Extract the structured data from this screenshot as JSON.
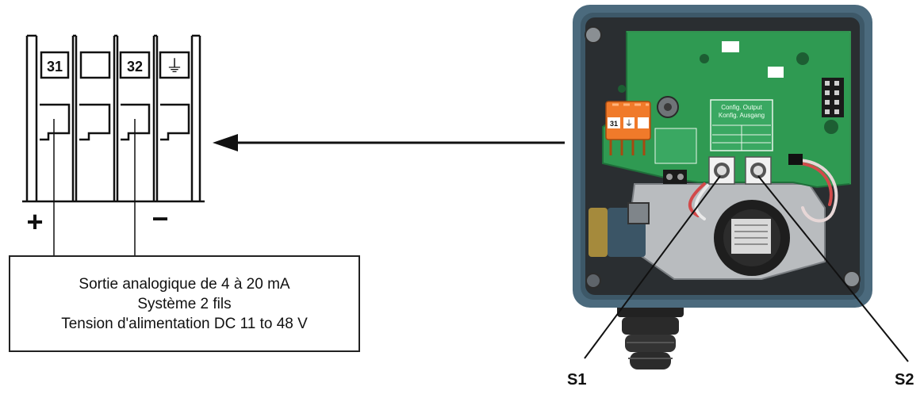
{
  "terminal_block": {
    "terminals": [
      {
        "label": "31"
      },
      {
        "label": ""
      },
      {
        "label": "32"
      },
      {
        "label": "⏚"
      }
    ],
    "polarity_plus": "+",
    "polarity_minus": "−"
  },
  "caption": {
    "lines": [
      "Sortie analogique de 4 à 20 mA",
      "Système 2 fils",
      "Tension d'alimentation DC 11 to 48 V"
    ]
  },
  "photo": {
    "board_labels": {
      "config_lines": [
        "Config. Output",
        "Konfig. Ausgang"
      ],
      "terminal_31": "31",
      "ground": "⏚"
    }
  },
  "callouts": {
    "s1": "S1",
    "s2": "S2"
  },
  "colors": {
    "housing": "#4b6a7d",
    "pcb": "#2f9a52",
    "connector": "#f07a2a",
    "line": "#111111"
  }
}
